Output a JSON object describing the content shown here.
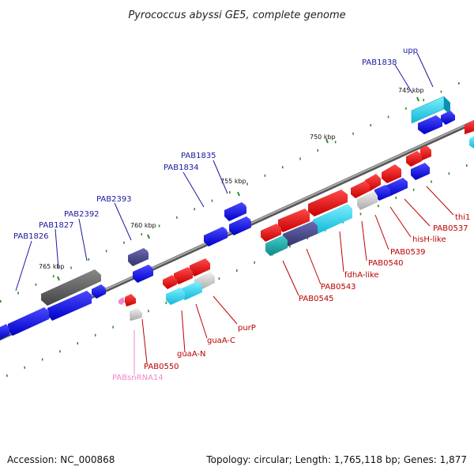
{
  "title": "Pyrococcus abyssi GE5, complete genome",
  "footer": {
    "accession": "Accession: NC_000868",
    "summary": "Topology: circular; Length: 1,765,118 bp; Genes: 1,877"
  },
  "colors": {
    "forward": "#0000ee",
    "reverse": "#ee0000",
    "rna": "#ee88cc",
    "backbone": "#888888",
    "scale_dots": "#2e8b2e",
    "forward_label": "#1a1aa0",
    "reverse_label": "#bb0000"
  },
  "ruler": {
    "ticks": [
      {
        "label": "745 kbp"
      },
      {
        "label": "750 kbp"
      },
      {
        "label": "755 kbp"
      },
      {
        "label": "760 kbp"
      },
      {
        "label": "765 kbp"
      }
    ]
  },
  "forward_genes": [
    {
      "label": "upp"
    },
    {
      "label": "PAB1838"
    },
    {
      "label": "PAB1835"
    },
    {
      "label": "PAB1834"
    },
    {
      "label": "PAB2393"
    },
    {
      "label": "PAB2392"
    },
    {
      "label": "PAB1827"
    },
    {
      "label": "PAB1826"
    }
  ],
  "reverse_genes": [
    {
      "label": "thi1"
    },
    {
      "label": "PAB0537"
    },
    {
      "label": "hisH-like"
    },
    {
      "label": "PAB0539"
    },
    {
      "label": "PAB0540"
    },
    {
      "label": "fdhA-like"
    },
    {
      "label": "PAB0543"
    },
    {
      "label": "PAB0545"
    },
    {
      "label": "purP"
    },
    {
      "label": "guaA-C"
    },
    {
      "label": "guaA-N"
    },
    {
      "label": "PAB0550"
    },
    {
      "label": "PABsnRNA14"
    }
  ]
}
